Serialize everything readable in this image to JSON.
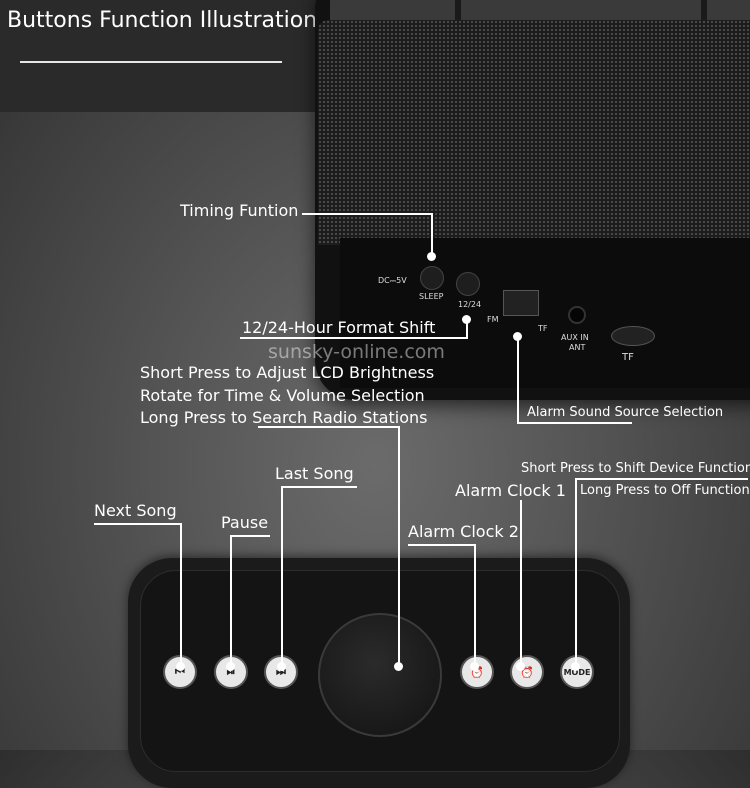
{
  "title": "Buttons Function Illustration",
  "watermark": "sunsky-online.com",
  "speaker_labels": {
    "dc": "DC⎓5V",
    "sleep": "SLEEP",
    "format": "12/24",
    "fm": "FM",
    "tf_mode": "TF",
    "aux": "AUX IN",
    "ant": "ANT",
    "tf": "TF"
  },
  "callouts": {
    "timing": "Timing Funtion",
    "format_shift": "12/24-Hour Format Shift",
    "knob_line1": "Short Press to Adjust LCD Brightness",
    "knob_line2": "Rotate for Time & Volume Selection",
    "knob_line3": "Long Press to Search Radio Stations",
    "alarm_source": "Alarm Sound Source Selection",
    "mode_line1": "Short Press to Shift Device Functions",
    "mode_line2": "Long Press to Off Functions",
    "alarm1": "Alarm Clock 1",
    "last_song": "Last Song",
    "next_song": "Next Song",
    "pause": "Pause",
    "alarm2": "Alarm Clock 2"
  },
  "buttons": {
    "next": "⏮",
    "pause": "⏯",
    "last": "⏭",
    "alarm2": "⏰",
    "alarm1": "⏰",
    "mode": "MODE"
  }
}
